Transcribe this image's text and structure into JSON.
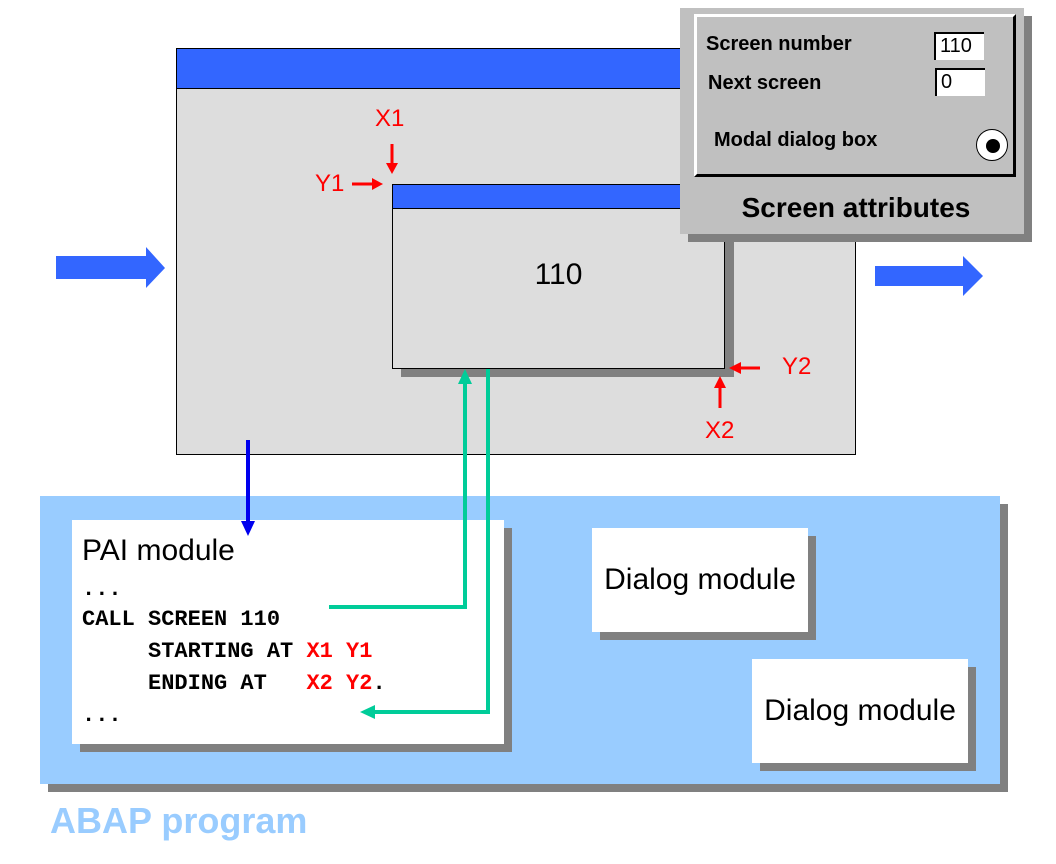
{
  "colors": {
    "titlebar_blue": "#3366ff",
    "window_gray": "#dddddd",
    "coord_red": "#ff0000",
    "flow_green": "#00cc99",
    "pai_arrow_blue": "#0000ee",
    "abap_area_blue": "#99ccff",
    "panel_gray": "#c0c0c0",
    "shadow_gray": "#808080"
  },
  "modal_window": {
    "screen_number": "110"
  },
  "coordinates": {
    "x1": "X1",
    "y1": "Y1",
    "x2": "X2",
    "y2": "Y2"
  },
  "screen_attributes": {
    "title": "Screen attributes",
    "screen_number_label": "Screen number",
    "screen_number_value": "110",
    "next_screen_label": "Next screen",
    "next_screen_value": "0",
    "modal_dialog_label": "Modal dialog box",
    "modal_dialog_selected": true
  },
  "abap_program": {
    "label": "ABAP program",
    "pai_module": {
      "title": "PAI module",
      "code_lines": {
        "l1": "...",
        "l2": "CALL SCREEN 110",
        "l3_kw": "     STARTING AT ",
        "l3_x": "X1",
        "l3_y": "Y1",
        "l4_kw": "     ENDING AT   ",
        "l4_x": "X2",
        "l4_y": "Y2",
        "l4_end": ".",
        "l5": "..."
      }
    },
    "dialog_modules": [
      {
        "label": "Dialog module"
      },
      {
        "label": "Dialog module"
      }
    ]
  }
}
